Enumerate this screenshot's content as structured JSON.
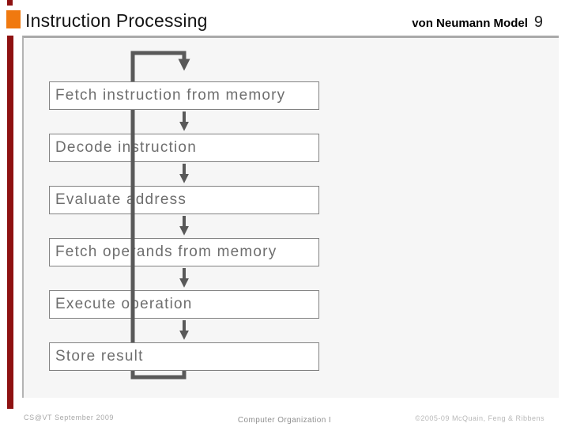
{
  "header": {
    "title": "Instruction Processing",
    "context": "von Neumann Model",
    "slide_number": "9"
  },
  "flowchart": {
    "steps": [
      "Fetch instruction from memory",
      "Decode instruction",
      "Evaluate address",
      "Fetch operands from memory",
      "Execute operation",
      "Store result"
    ]
  },
  "footer": {
    "left": "CS@VT September 2009",
    "center": "Computer Organization I",
    "right": "©2005-09 McQuain, Feng & Ribbens"
  },
  "colors": {
    "accent_orange": "#f0790f",
    "accent_maroon": "#8e1111",
    "connector_gray": "#595959"
  }
}
